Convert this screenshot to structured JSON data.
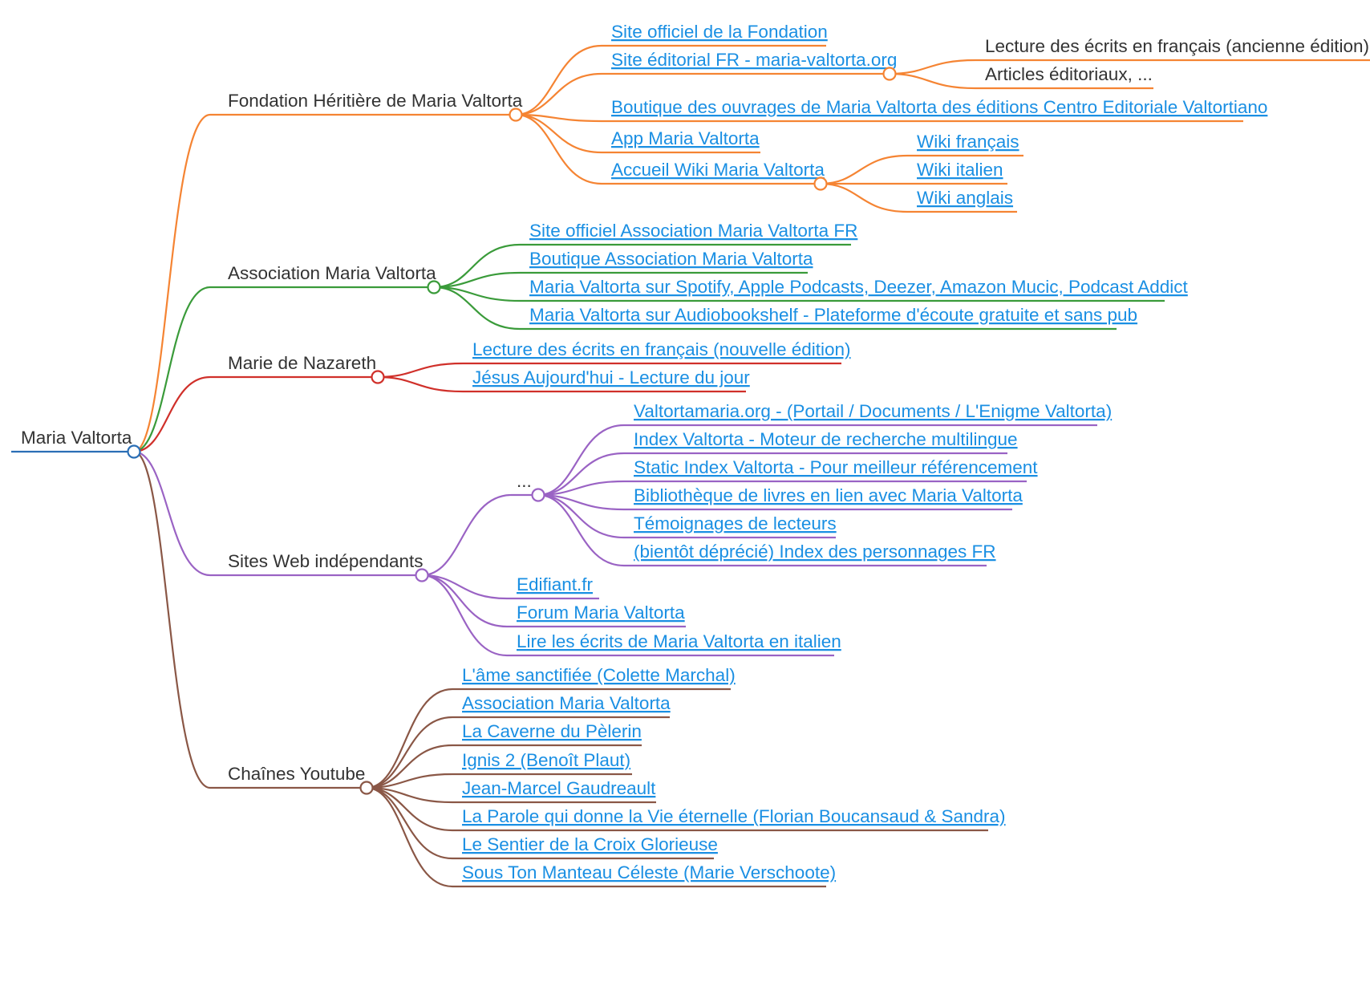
{
  "colors": {
    "root": "#2a6eb5",
    "fondation": "#f58433",
    "association": "#3a9b3a",
    "marie": "#d0302a",
    "sites": "#9a63c4",
    "youtube": "#8a5746",
    "label_text": "#333333",
    "link_text": "#1a8fe3"
  },
  "root": {
    "label": "Maria Valtorta"
  },
  "branches": {
    "fondation": {
      "label": "Fondation Héritière de Maria Valtorta",
      "children": {
        "site_officiel": "Site officiel de la Fondation",
        "site_editorial": {
          "label": "Site éditorial FR - maria-valtorta.org",
          "children": [
            "Lecture des écrits en français (ancienne édition)",
            "Articles éditoriaux, ..."
          ]
        },
        "boutique": "Boutique des ouvrages de Maria Valtorta des éditions Centro Editoriale Valtortiano",
        "app": "App Maria Valtorta",
        "wiki": {
          "label": "Accueil Wiki Maria Valtorta",
          "children": [
            "Wiki français",
            "Wiki italien",
            "Wiki anglais"
          ]
        }
      }
    },
    "association": {
      "label": "Association Maria Valtorta",
      "children": [
        "Site officiel Association Maria Valtorta FR",
        "Boutique Association Maria Valtorta",
        "Maria Valtorta sur Spotify, Apple Podcasts, Deezer, Amazon Mucic, Podcast Addict",
        "Maria Valtorta sur Audiobookshelf - Plateforme d'écoute gratuite et sans pub"
      ]
    },
    "marie": {
      "label": "Marie de Nazareth",
      "children": [
        "Lecture des écrits en français (nouvelle édition)",
        "Jésus Aujourd'hui - Lecture du jour"
      ]
    },
    "sites": {
      "label": "Sites Web indépendants",
      "ellipsis": {
        "label": "...",
        "children": [
          "Valtortamaria.org - (Portail / Documents / L'Enigme Valtorta)",
          "Index Valtorta - Moteur de recherche multilingue",
          "Static Index Valtorta - Pour meilleur référencement",
          "Bibliothèque de livres en lien avec Maria Valtorta",
          "Témoignages de lecteurs",
          "(bientôt déprécié) Index des personnages FR"
        ]
      },
      "children": [
        "Edifiant.fr",
        "Forum Maria Valtorta",
        "Lire les écrits de Maria Valtorta en italien"
      ]
    },
    "youtube": {
      "label": "Chaînes Youtube",
      "children": [
        "L'âme sanctifiée (Colette Marchal)",
        "Association Maria Valtorta",
        "La Caverne du Pèlerin",
        "Ignis 2 (Benoît Plaut)",
        "Jean-Marcel Gaudreault",
        "La Parole qui donne la Vie éternelle (Florian Boucansaud & Sandra)",
        "Le Sentier de la Croix Glorieuse",
        "Sous Ton Manteau Céleste (Marie Verschoote)"
      ]
    }
  }
}
